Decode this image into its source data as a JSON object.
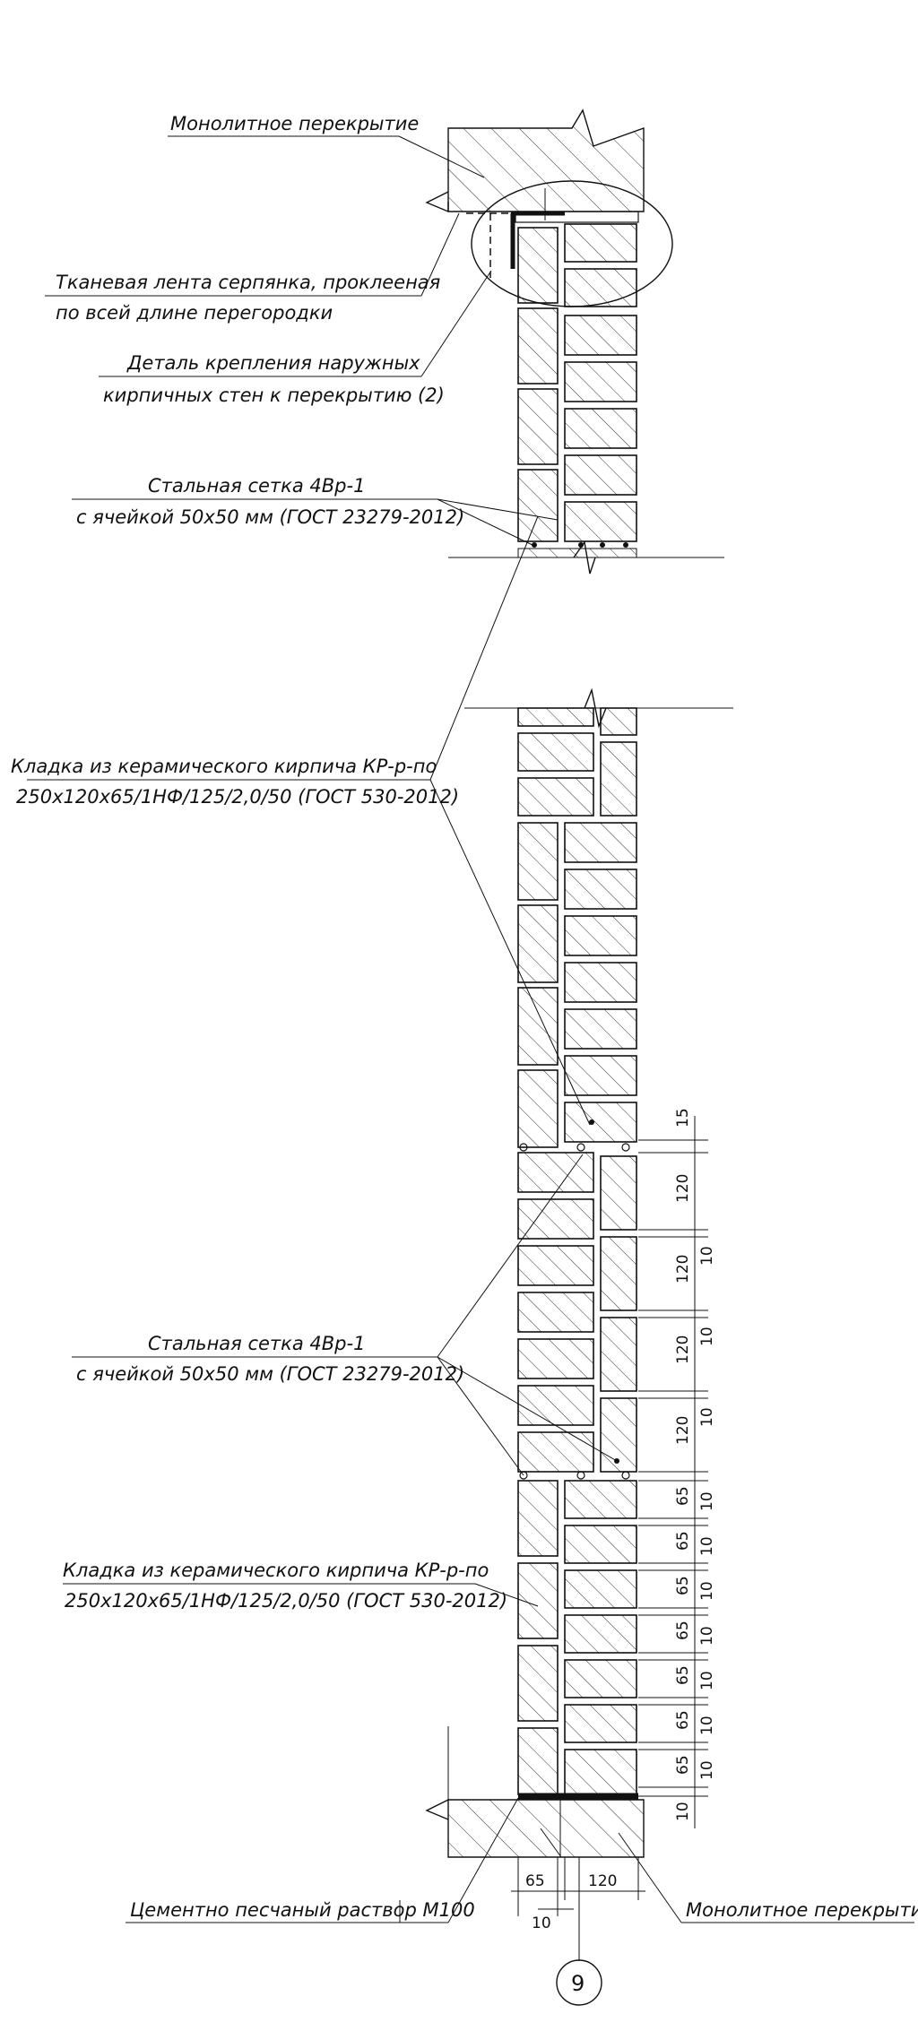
{
  "labels": {
    "top_slab": "Монолитное перекрытие",
    "tape_1": "Тканевая лента серпянка, проклееная",
    "tape_2": "по всей длине перегородки",
    "detail_1": "Деталь крепления наружных",
    "detail_2": "кирпичных стен к перекрытию (2)",
    "mesh_top_1": "Стальная сетка 4Вр-1",
    "mesh_top_2": "с ячейкой 50х50 мм (ГОСТ 23279-2012)",
    "masonry_top_1": "Кладка из керамического кирпича КР-р-по",
    "masonry_top_2": "250х120х65/1НФ/125/2,0/50 (ГОСТ 530-2012)",
    "mesh_mid_1": "Стальная сетка 4Вр-1",
    "mesh_mid_2": "с ячейкой 50х50 мм (ГОСТ 23279-2012)",
    "masonry_bot_1": "Кладка из керамического кирпича КР-р-по",
    "masonry_bot_2": "250х120х65/1НФ/125/2,0/50 (ГОСТ 530-2012)",
    "mortar": "Цементно песчаный раствор М100",
    "bottom_slab": "Монолитное перекрытие",
    "axis": "9"
  },
  "dimensions": {
    "d15": "15",
    "d120": "120",
    "d10": "10",
    "d65": "65",
    "w65": "65",
    "w120": "120",
    "w10": "10"
  }
}
